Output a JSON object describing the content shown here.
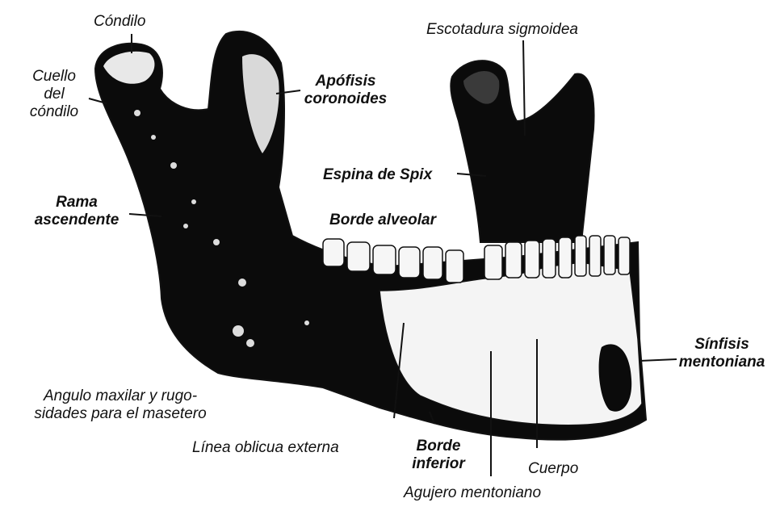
{
  "diagram": {
    "colors": {
      "bone_dark": "#0b0b0b",
      "bone_light": "#f4f4f4",
      "outline": "#111111",
      "background": "#ffffff"
    },
    "labels": {
      "condilo": "Cóndilo",
      "escotadura": "Escotadura sigmoidea",
      "cuello": [
        "Cuello",
        "del",
        "cóndilo"
      ],
      "apofisis": [
        "Apófisis",
        "coronoides"
      ],
      "espina": "Espina de Spix",
      "rama": [
        "Rama",
        "ascendente"
      ],
      "borde_alveolar": "Borde alveolar",
      "sinfisis": [
        "Sínfisis",
        "mentoniana"
      ],
      "angulo": [
        "Angulo maxilar y rugo-",
        "sidades para el masetero"
      ],
      "linea": "Línea oblicua externa",
      "borde_inferior": [
        "Borde",
        "inferior"
      ],
      "cuerpo": "Cuerpo",
      "agujero": "Agujero mentoniano"
    }
  }
}
